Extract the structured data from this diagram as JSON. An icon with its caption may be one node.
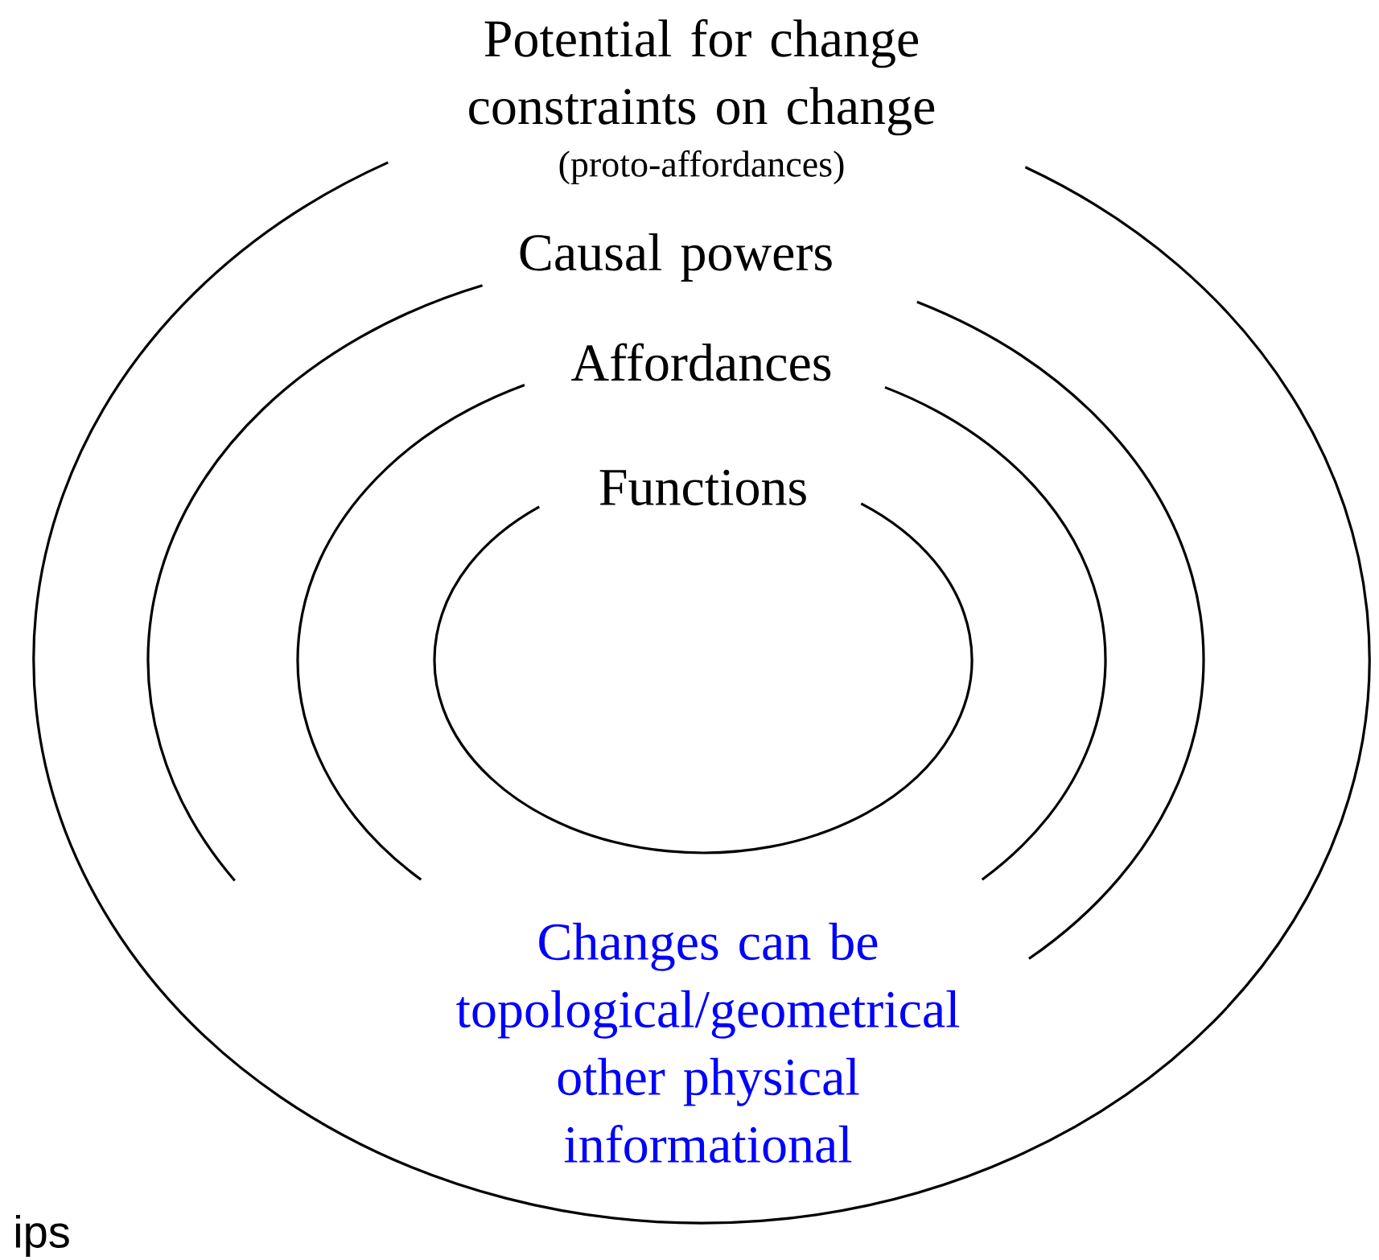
{
  "diagram": {
    "nodes": [
      {
        "text": [
          "Potential for change constraints on change",
          "(proto-affordances)"
        ]
      },
      {
        "text": [
          "Causal powers"
        ],
        "in": 0
      },
      {
        "text": [
          "Affordances"
        ],
        "in": 1
      },
      {
        "text": [
          "Functions"
        ],
        "in": 2
      }
    ],
    "labels": [
      "Changes can be topological/geometrical other physical informational",
      "ips"
    ]
  }
}
